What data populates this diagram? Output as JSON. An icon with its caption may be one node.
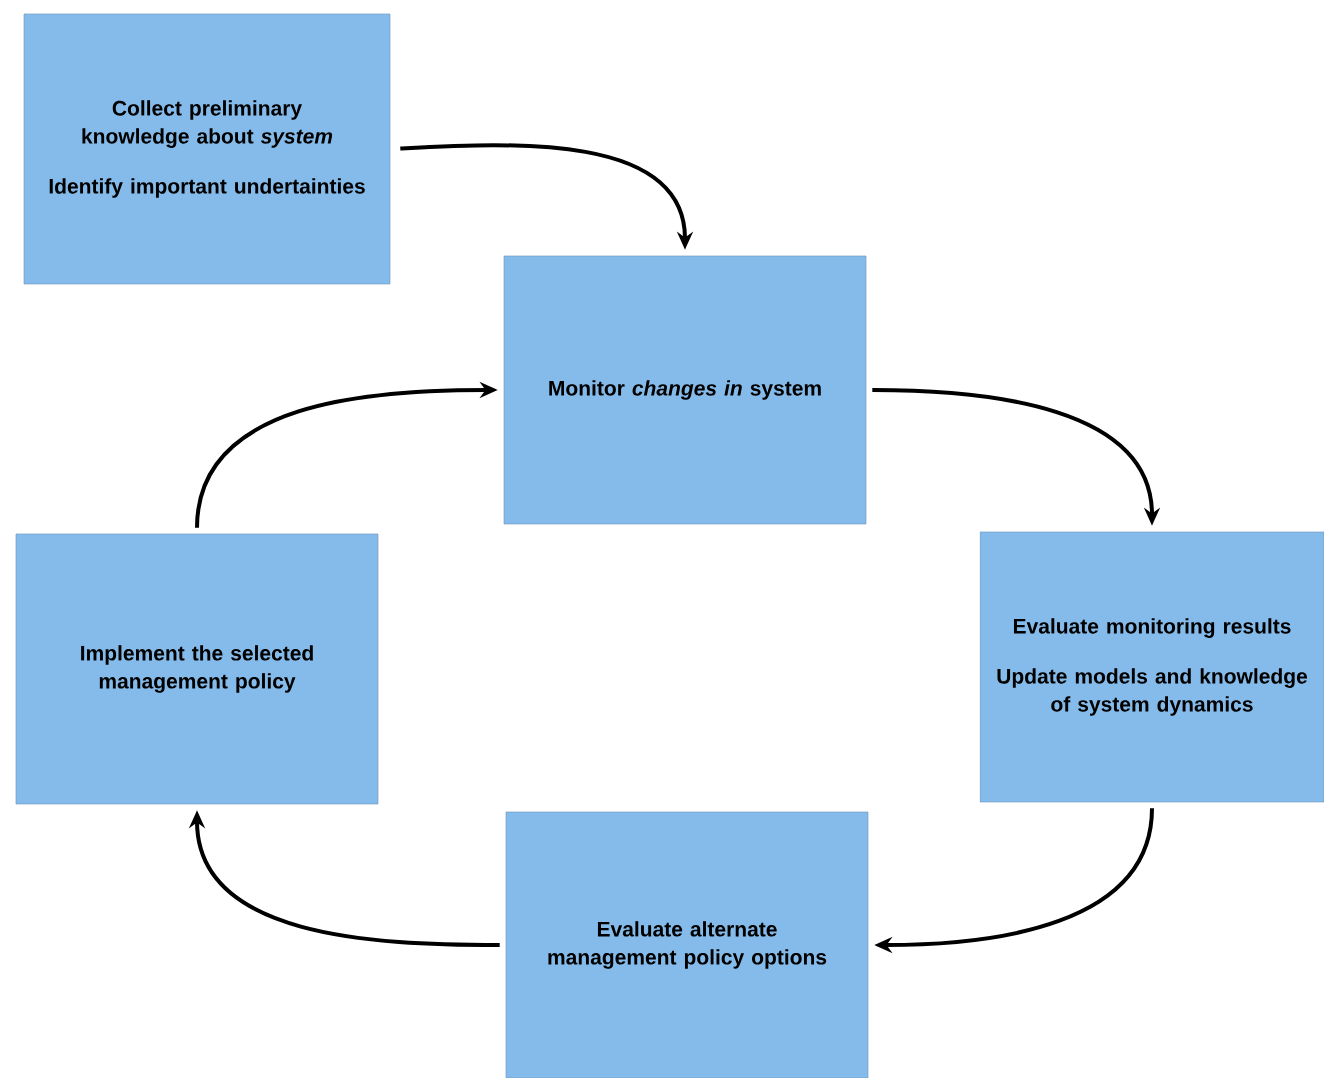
{
  "diagram": {
    "nodes": [
      {
        "text": [
          "Collect preliminary knowledge about *system*",
          "Identify important undertainties"
        ]
      },
      {
        "text": [
          "Monitor *changes in* system"
        ]
      },
      {
        "text": [
          "Evaluate monitoring results",
          "Update models and knowledge of system dynamics"
        ]
      },
      {
        "text": [
          "Evaluate alternate management policy options"
        ]
      },
      {
        "text": [
          "Implement the selected management policy"
        ]
      }
    ],
    "edges": [
      {
        "from": 0,
        "to": 1,
        "arrow": "to"
      },
      {
        "from": 1,
        "to": 2,
        "arrow": "to"
      },
      {
        "from": 2,
        "to": 3,
        "arrow": "to"
      },
      {
        "from": 3,
        "to": 4,
        "arrow": "to"
      },
      {
        "from": 4,
        "to": 1,
        "arrow": "to"
      }
    ]
  }
}
